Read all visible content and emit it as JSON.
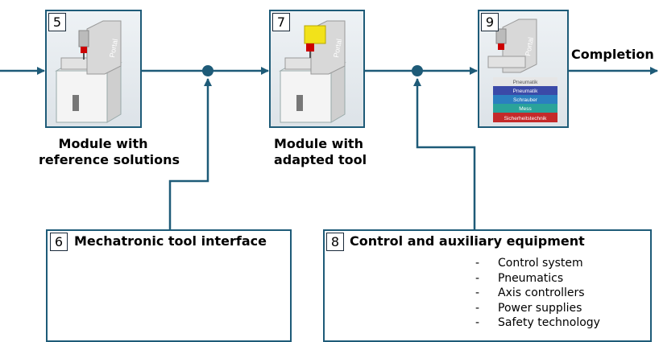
{
  "modules": [
    {
      "number": "5",
      "caption_line1": "Module with",
      "caption_line2": "reference solutions"
    },
    {
      "number": "7",
      "caption_line1": "Module with",
      "caption_line2": "adapted tool"
    },
    {
      "number": "9",
      "stack_layers": [
        "Pneumatik",
        "Schrauber",
        "Mess",
        "Sicherheitstechnik"
      ]
    }
  ],
  "completion_label": "Completion",
  "panel_6": {
    "number": "6",
    "title": "Mechatronic tool interface"
  },
  "panel_8": {
    "number": "8",
    "title": "Control and auxiliary equipment",
    "items": [
      "Control system",
      "Pneumatics",
      "Axis controllers",
      "Power supplies",
      "Safety technology"
    ]
  },
  "machine_label": "Portal",
  "colors": {
    "line": "#1e5b78",
    "box_border": "#1e5b78",
    "junction": "#1e5b78",
    "yellow_part": "#f2e21a"
  }
}
